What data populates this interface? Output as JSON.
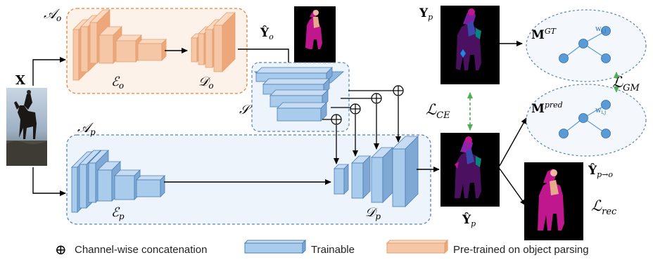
{
  "labels": {
    "A_o": "𝒜",
    "A_o_sub": "o",
    "A_p": "𝒜",
    "A_p_sub": "p",
    "X": "X",
    "E_o": "ℰ",
    "E_o_sub": "o",
    "D_o": "𝒟",
    "D_o_sub": "o",
    "E_p": "ℰ",
    "E_p_sub": "p",
    "D_p": "𝒟",
    "D_p_sub": "p",
    "S": "𝒮",
    "Yhat_o": "Ŷ",
    "Yhat_o_sub": "o",
    "Y_p": "Y",
    "Y_p_sub": "p",
    "Yhat_p": "Ŷ",
    "Yhat_p_sub": "p",
    "Yhat_p_to_o": "Ŷ",
    "Yhat_p_to_o_sub": "p→o",
    "L_CE": "ℒ",
    "L_CE_sub": "CE",
    "L_GM": "ℒ",
    "L_GM_sub": "GM",
    "L_rec": "ℒ",
    "L_rec_sub": "rec",
    "M_GT": "M",
    "M_GT_sup": "GT",
    "M_pred": "M",
    "M_pred_sup": "pred",
    "w_ij_top": "w",
    "w_ij_top_sub": "i,j",
    "w_ij_bottom": "w",
    "w_ij_bottom_sub": "i,j"
  },
  "legend": {
    "concat_symbol": "⊕",
    "concat_label": "Channel-wise concatenation",
    "trainable_label": "Trainable",
    "pretrained_label": "Pre-trained on object parsing"
  },
  "colors": {
    "trainable_fill": "#a9cbec",
    "trainable_edge": "#4a7fb5",
    "pretrained_fill": "#f6c7a6",
    "pretrained_edge": "#e0a070",
    "orange_box": "#e8823c",
    "blue_box": "#5a83b6",
    "graph_node": "#5b9bd5",
    "dashed_arrow": "#4caf50"
  }
}
